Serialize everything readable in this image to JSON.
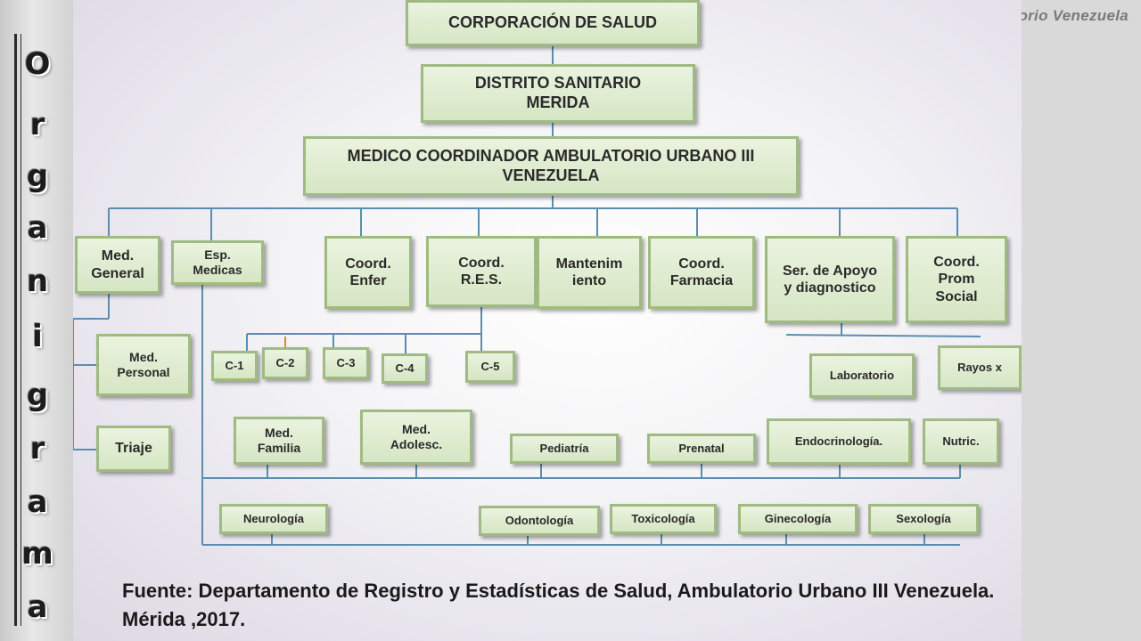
{
  "side_title": {
    "letters": [
      "O",
      "r",
      "g",
      "a",
      "n",
      "i",
      "g",
      "r",
      "a",
      "m",
      "a"
    ]
  },
  "watermark": "Ambulatorio Venezuela",
  "org_chart": {
    "top": "CORPORACIÓN DE SALUD",
    "district": "DISTRITO SANITARIO\nMERIDA",
    "coordinator": "MEDICO COORDINADOR AMBULATORIO URBANO III\nVENEZUELA",
    "level2": {
      "med_general": "Med.\nGeneral",
      "esp_medicas": "Esp.\nMedicas",
      "coord_enfer": "Coord.\nEnfer",
      "coord_res": "Coord.\nR.E.S.",
      "mantenimiento": "Mantenim\niento",
      "coord_farmacia": "Coord.\nFarmacia",
      "ser_apoyo": "Ser. de Apoyo\ny diagnostico",
      "coord_prom_social": "Coord.\nProm\nSocial"
    },
    "med_general_children": {
      "personal": "Med.\nPersonal",
      "triaje": "Triaje"
    },
    "res_children": [
      "C-1",
      "C-2",
      "C-3",
      "C-4",
      "C-5"
    ],
    "apoyo_children": {
      "laboratorio": "Laboratorio",
      "rayos_x": "Rayos x"
    },
    "especialidades_row1": [
      "Med.\nFamilia",
      "Med.\nAdolesc.",
      "Pediatría",
      "Prenatal",
      "Endocrinología.",
      "Nutric."
    ],
    "especialidades_row2": [
      "Neurología",
      "Odontología",
      "Toxicología",
      "Ginecología",
      "Sexología"
    ]
  },
  "source": "Fuente: Departamento de Registro y Estadísticas de Salud, Ambulatorio Urbano III Venezuela. Mérida ,2017.",
  "colors": {
    "box_fill": "#d6e6c4",
    "box_border": "#9fbb82",
    "connector": "#5b8db0"
  }
}
